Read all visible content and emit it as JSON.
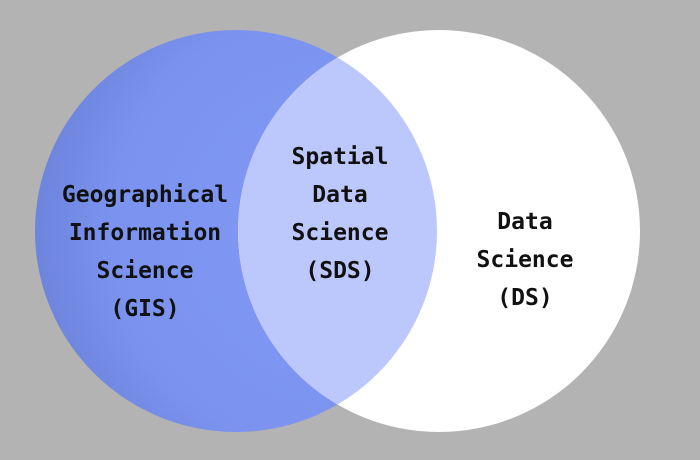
{
  "diagram": {
    "type": "venn",
    "background_color": "#b3b3b3",
    "sets": [
      {
        "id": "gis",
        "lines": [
          "Geographical",
          "Information",
          "Science",
          "(GIS)"
        ],
        "color": "#7d95f0"
      },
      {
        "id": "ds",
        "lines": [
          "Data",
          "Science",
          "(DS)"
        ],
        "color": "#ffffff"
      }
    ],
    "intersection": {
      "id": "sds",
      "lines": [
        "Spatial",
        "Data",
        "Science",
        "(SDS)"
      ],
      "color": "#bcc7fb"
    }
  }
}
